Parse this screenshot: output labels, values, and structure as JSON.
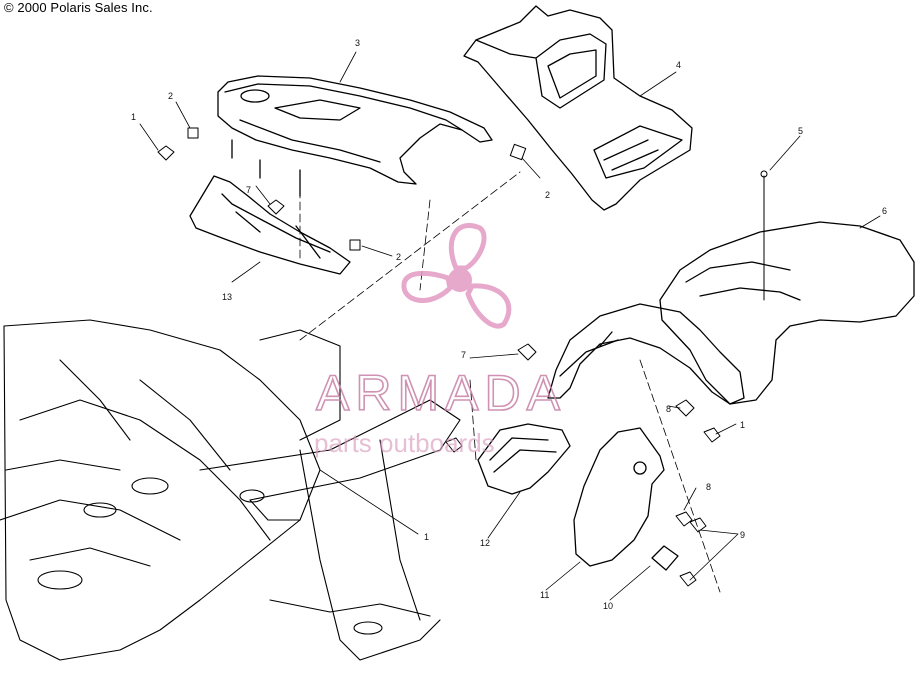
{
  "copyright": "© 2000 Polaris Sales Inc.",
  "watermark": {
    "brand": "ARMADA",
    "tagline": "parts outboards",
    "color": "#e29ac3"
  },
  "callouts": [
    {
      "label": "1"
    },
    {
      "label": "2"
    },
    {
      "label": "3"
    },
    {
      "label": "4"
    },
    {
      "label": "2"
    },
    {
      "label": "5"
    },
    {
      "label": "6"
    },
    {
      "label": "7"
    },
    {
      "label": "2"
    },
    {
      "label": "13"
    },
    {
      "label": "7"
    },
    {
      "label": "8"
    },
    {
      "label": "1"
    },
    {
      "label": "1"
    },
    {
      "label": "8"
    },
    {
      "label": "9"
    },
    {
      "label": "12"
    },
    {
      "label": "11"
    },
    {
      "label": "10"
    }
  ]
}
